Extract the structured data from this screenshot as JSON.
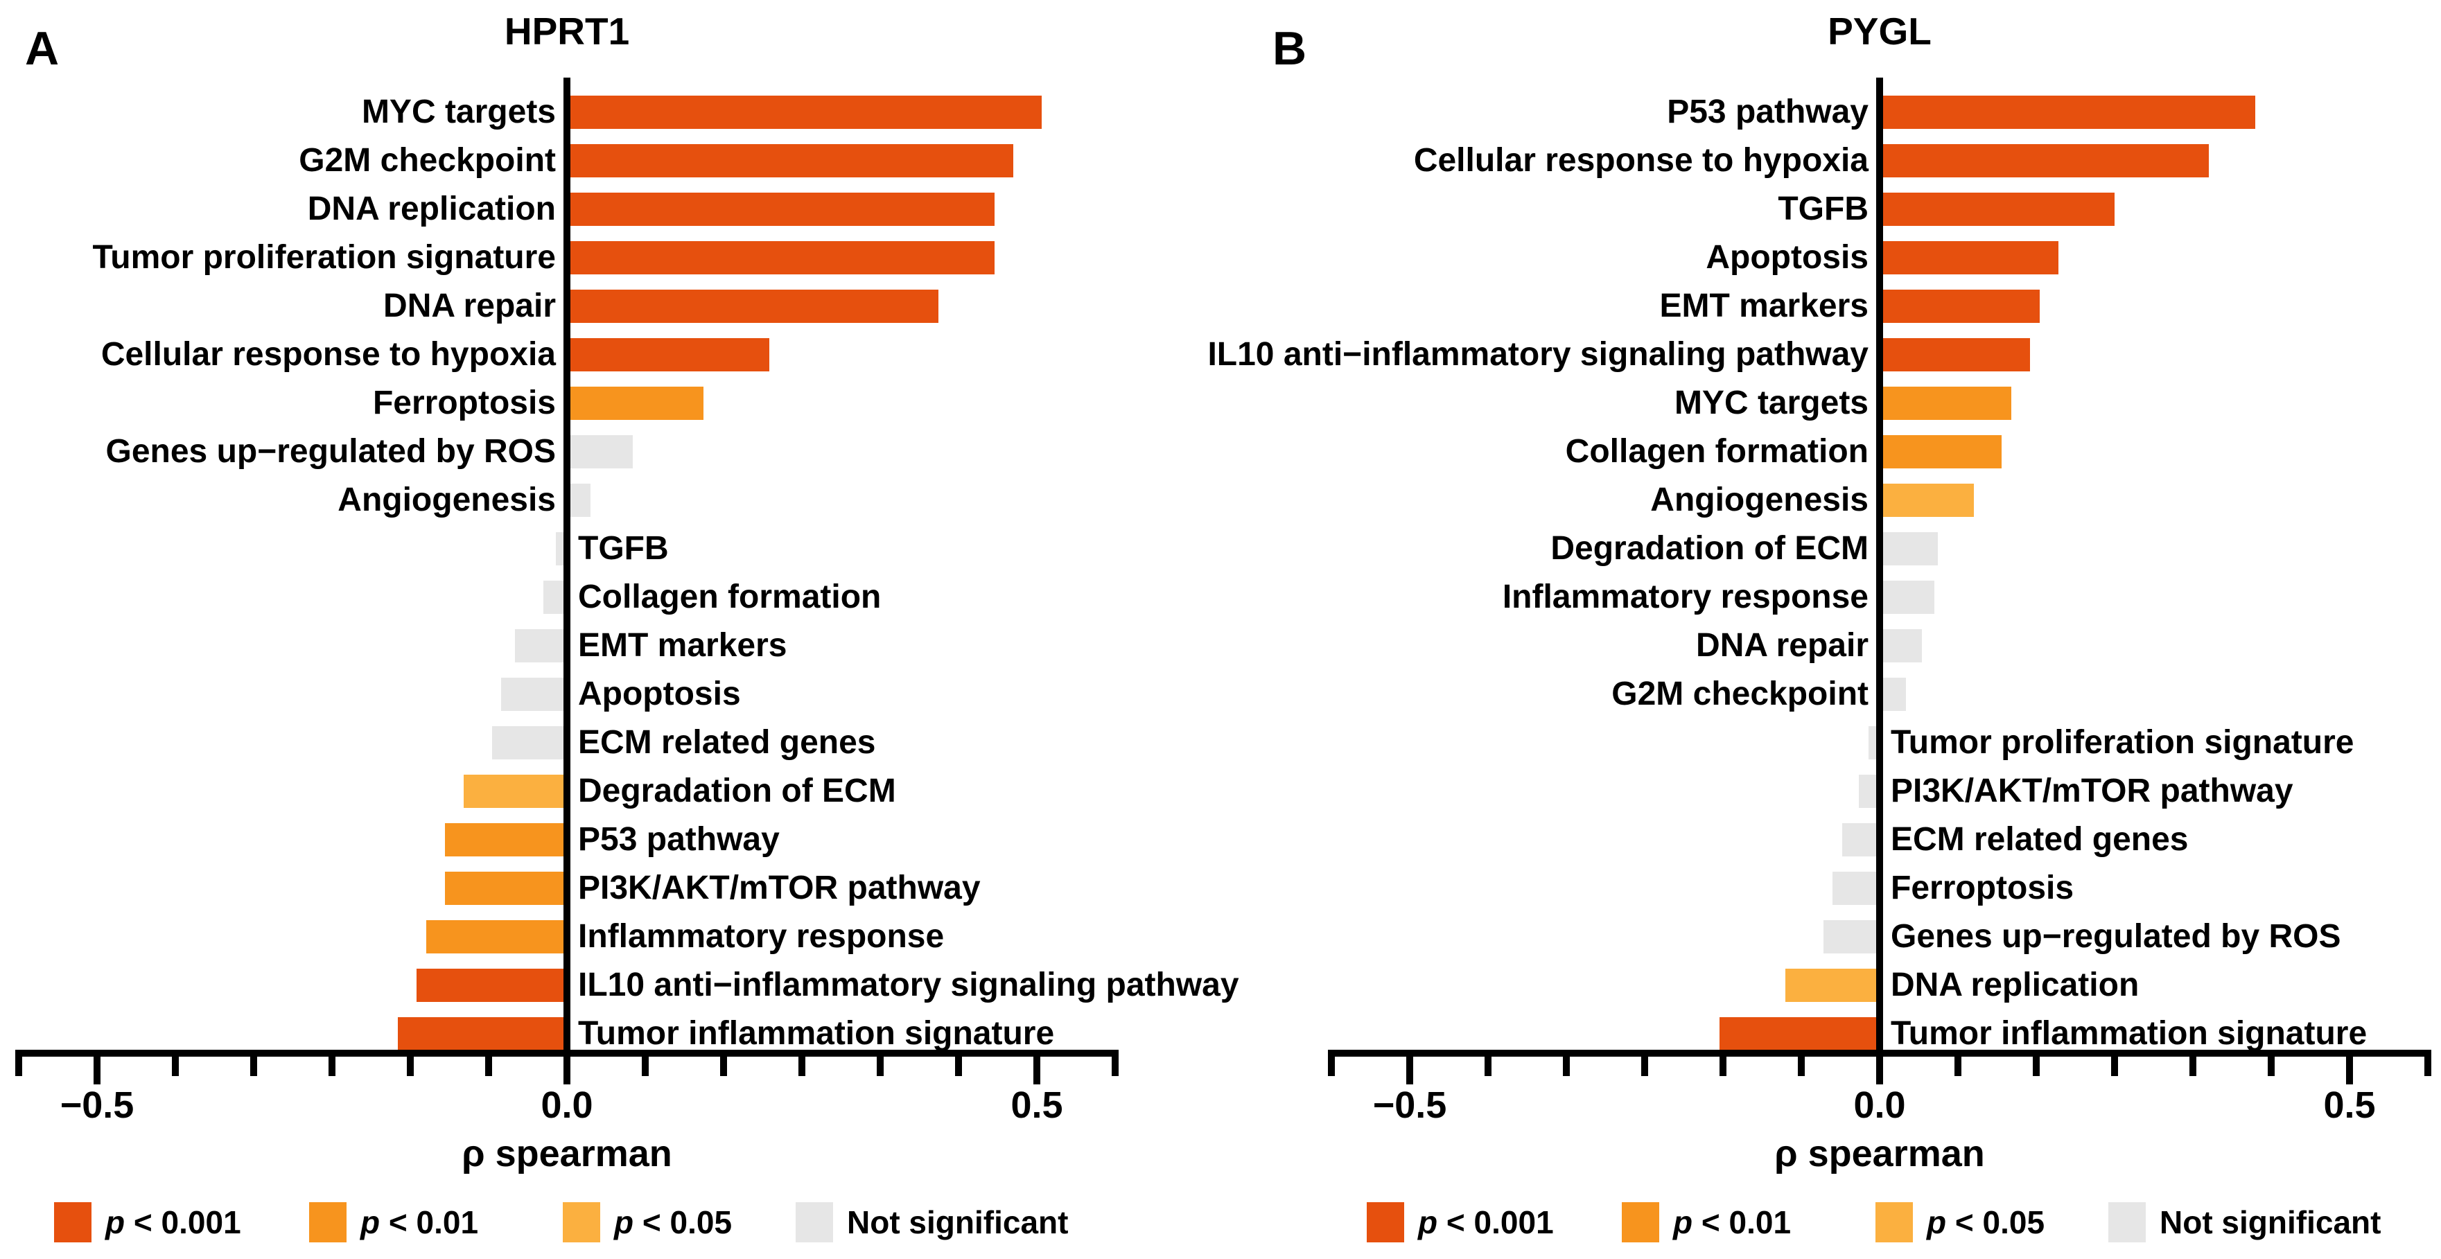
{
  "figure": {
    "background": "#FFFFFF",
    "significance_colors": {
      "p<0.001": "#E6500E",
      "p<0.01": "#F7941E",
      "p<0.05": "#FBB040",
      "ns": "#E6E6E6"
    },
    "legend": [
      {
        "italic": "p",
        "text": " < 0.001",
        "sig": "p<0.001"
      },
      {
        "italic": "p",
        "text": " < 0.01",
        "sig": "p<0.01"
      },
      {
        "italic": "p",
        "text": " < 0.05",
        "sig": "p<0.05"
      },
      {
        "italic": "",
        "text": "Not significant",
        "sig": "ns"
      }
    ]
  },
  "chart_data": [
    {
      "type": "bar",
      "orientation": "horizontal",
      "panel_label": "A",
      "title": "HPRT1",
      "xlabel": "ρ spearman",
      "xlim": [
        -0.583,
        0.583
      ],
      "x_major_ticks": [
        -0.5,
        0.0,
        0.5
      ],
      "x_tick_labels": [
        "−0.5",
        "0.0",
        "0.5"
      ],
      "grid": false,
      "categories": [
        "MYC targets",
        "G2M checkpoint",
        "DNA replication",
        "Tumor proliferation signature",
        "DNA repair",
        "Cellular response to hypoxia",
        "Ferroptosis",
        "Genes up−regulated by ROS",
        "Angiogenesis",
        "TGFB",
        "Collagen formation",
        "EMT markers",
        "Apoptosis",
        "ECM related genes",
        "Degradation of ECM",
        "P53 pathway",
        "PI3K/AKT/mTOR pathway",
        "Inflammatory response",
        "IL10 anti−inflammatory signaling pathway",
        "Tumor inflammation signature"
      ],
      "values": [
        0.505,
        0.475,
        0.455,
        0.455,
        0.395,
        0.215,
        0.145,
        0.07,
        0.025,
        -0.012,
        -0.025,
        -0.055,
        -0.07,
        -0.08,
        -0.11,
        -0.13,
        -0.13,
        -0.15,
        -0.16,
        -0.18
      ],
      "significance": [
        "p<0.001",
        "p<0.001",
        "p<0.001",
        "p<0.001",
        "p<0.001",
        "p<0.001",
        "p<0.01",
        "ns",
        "ns",
        "ns",
        "ns",
        "ns",
        "ns",
        "ns",
        "p<0.05",
        "p<0.01",
        "p<0.01",
        "p<0.01",
        "p<0.001",
        "p<0.001"
      ]
    },
    {
      "type": "bar",
      "orientation": "horizontal",
      "panel_label": "B",
      "title": "PYGL",
      "xlabel": "ρ spearman",
      "xlim": [
        -0.583,
        0.583
      ],
      "x_major_ticks": [
        -0.5,
        0.0,
        0.5
      ],
      "x_tick_labels": [
        "−0.5",
        "0.0",
        "0.5"
      ],
      "grid": false,
      "categories": [
        "P53 pathway",
        "Cellular response to hypoxia",
        "TGFB",
        "Apoptosis",
        "EMT markers",
        "IL10 anti−inflammatory signaling pathway",
        "MYC targets",
        "Collagen formation",
        "Angiogenesis",
        "Degradation of ECM",
        "Inflammatory response",
        "DNA repair",
        "G2M checkpoint",
        "Tumor proliferation signature",
        "PI3K/AKT/mTOR pathway",
        "ECM related genes",
        "Ferroptosis",
        "Genes up−regulated by ROS",
        "DNA replication",
        "Tumor inflammation signature"
      ],
      "values": [
        0.4,
        0.35,
        0.25,
        0.19,
        0.17,
        0.16,
        0.14,
        0.13,
        0.1,
        0.062,
        0.058,
        0.045,
        0.028,
        -0.012,
        -0.022,
        -0.04,
        -0.05,
        -0.06,
        -0.1,
        -0.17
      ],
      "significance": [
        "p<0.001",
        "p<0.001",
        "p<0.001",
        "p<0.001",
        "p<0.001",
        "p<0.001",
        "p<0.01",
        "p<0.01",
        "p<0.05",
        "ns",
        "ns",
        "ns",
        "ns",
        "ns",
        "ns",
        "ns",
        "ns",
        "ns",
        "p<0.05",
        "p<0.001"
      ]
    }
  ]
}
